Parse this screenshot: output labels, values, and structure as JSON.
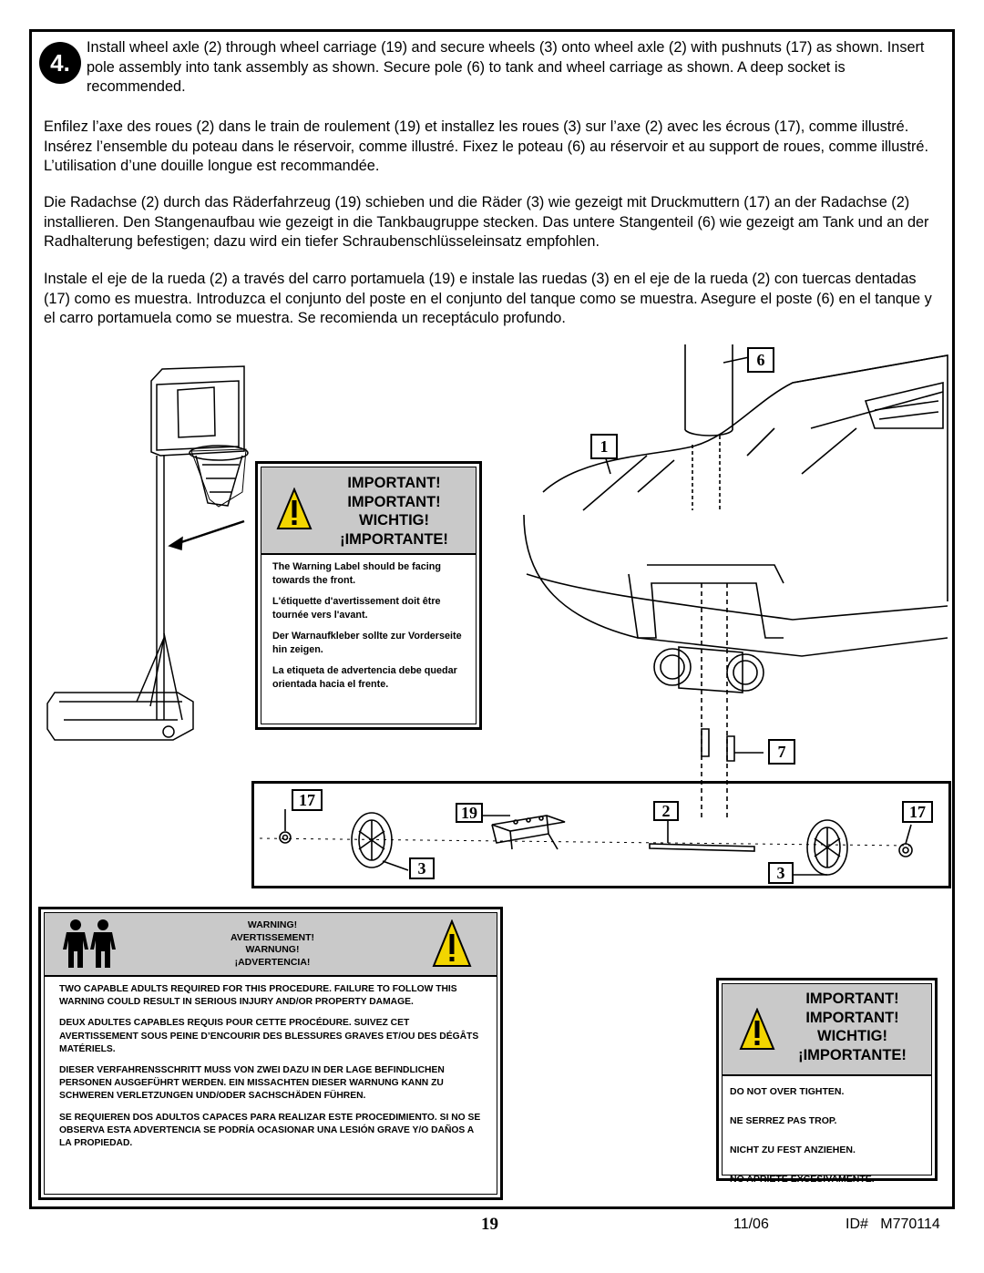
{
  "step": {
    "number": "4."
  },
  "instructions": {
    "en": "Install wheel axle (2) through wheel carriage (19) and secure wheels (3) onto wheel axle (2) with pushnuts (17) as shown.  Insert pole assembly into tank assembly as shown.  Secure pole (6) to tank and wheel carriage as shown.  A deep socket is recommended.",
    "fr": "Enfilez l’axe des roues (2) dans le train de roulement (19) et installez les roues (3) sur l’axe (2) avec les écrous (17), comme illustré. Insérez l’ensemble du poteau dans le réservoir, comme illustré. Fixez le poteau (6) au réservoir et au support de roues, comme illustré. L’utilisation d’une douille longue est recommandée.",
    "de": "Die Radachse (2) durch das Räderfahrzeug (19) schieben und die Räder (3) wie gezeigt mit Druckmuttern (17) an der Radachse (2) installieren. Den Stangenaufbau wie gezeigt in die Tankbaugruppe stecken. Das untere Stangenteil (6) wie gezeigt am Tank und an der Radhalterung befestigen; dazu wird ein tiefer Schraubenschlüsseleinsatz empfohlen.",
    "es": "Instale el eje de la rueda (2) a través del carro portamuela (19) e instale las ruedas (3) en el eje de la rueda (2) con tuercas dentadas (17) como es muestra. Introduzca el conjunto del poste en el conjunto del tanque como se muestra. Asegure el poste (6) en el tanque y el carro portamuela como se muestra. Se recomienda un receptáculo profundo."
  },
  "label_warning": {
    "headings": [
      "IMPORTANT!",
      "IMPORTANT!",
      "WICHTIG!",
      "¡IMPORTANTE!"
    ],
    "lines": [
      "The Warning Label should be facing towards the front.",
      "L'étiquette d'avertissement doit être tournée vers l'avant.",
      "Der Warnaufkleber sollte zur Vorderseite hin zeigen.",
      "La etiqueta de advertencia debe quedar orientada hacia el frente."
    ]
  },
  "callouts": {
    "pole": "6",
    "tank": "1",
    "bolt": "7",
    "pushnut_left": "17",
    "carriage": "19",
    "axle": "2",
    "pushnut_right": "17",
    "wheel_left": "3",
    "wheel_right": "3"
  },
  "adult_warning": {
    "headings": [
      "WARNING!",
      "AVERTISSEMENT!",
      "WARNUNG!",
      "¡ADVERTENCIA!"
    ],
    "lines": [
      "TWO CAPABLE ADULTS REQUIRED FOR THIS PROCEDURE. FAILURE TO FOLLOW THIS WARNING COULD RESULT IN SERIOUS INJURY AND/OR PROPERTY DAMAGE.",
      "DEUX ADULTES CAPABLES REQUIS POUR CETTE PROCÉDURE. SUIVEZ CET AVERTISSEMENT SOUS PEINE D’ENCOURIR DES BLESSURES GRAVES ET/OU DES DÉGÂTS MATÉRIELS.",
      "DIESER VERFAHRENSSCHRITT MUSS VON ZWEI DAZU IN DER LAGE BEFINDLICHEN PERSONEN AUSGEFÜHRT WERDEN. EIN MISSACHTEN DIESER WARNUNG KANN ZU SCHWEREN VERLETZUNGEN UND/ODER SACHSCHÄDEN FÜHREN.",
      "SE REQUIEREN DOS ADULTOS CAPACES PARA REALIZAR ESTE PROCEDIMIENTO. SI NO SE OBSERVA ESTA ADVERTENCIA SE PODRÍA OCASIONAR UNA LESIÓN GRAVE Y/O DAÑOS A LA PROPIEDAD."
    ]
  },
  "tighten_warning": {
    "headings": [
      "IMPORTANT!",
      "IMPORTANT!",
      "WICHTIG!",
      "¡IMPORTANTE!"
    ],
    "lines": [
      "DO NOT OVER TIGHTEN.",
      "NE SERREZ PAS TROP.",
      "NICHT ZU FEST ANZIEHEN.",
      "NO APRIETE EXCESIVAMENTE."
    ]
  },
  "footer": {
    "page": "19",
    "date": "11/06",
    "id": "ID#   M770114"
  },
  "colors": {
    "warning_yellow": "#f2d500",
    "header_gray": "#c9c9c9"
  }
}
